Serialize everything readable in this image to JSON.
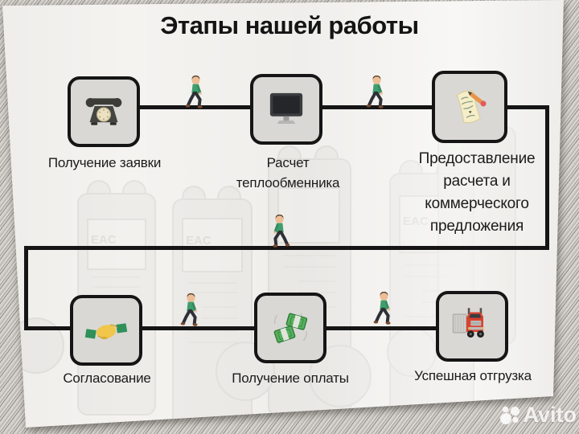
{
  "title": "Этапы нашей работы",
  "steps": [
    {
      "label": "Получение заявки",
      "icon": "rotary-phone-icon"
    },
    {
      "label": "Расчет теплообменника",
      "icon": "desktop-computer-icon"
    },
    {
      "label": "Предоставление расчета и коммерческого предложения",
      "icon": "memo-pencil-icon"
    },
    {
      "label": "Согласование",
      "icon": "handshake-icon"
    },
    {
      "label": "Получение оплаты",
      "icon": "money-banknotes-icon"
    },
    {
      "label": "Успешная отгрузка",
      "icon": "red-truck-icon"
    }
  ],
  "walkers": {
    "count": 5,
    "icon": "walking-person-icon"
  },
  "background": {
    "ghost_label": "EAC"
  },
  "watermark": {
    "label": "Avito",
    "logo": "avito-logo"
  },
  "colors": {
    "card_bg": "#f4f3f0",
    "box_fill": "#d9d8d5",
    "line": "#151515",
    "text": "#1b1b1b",
    "shirt_green": "#3f9e6e",
    "truck_red": "#d8422f",
    "money_green": "#57b15e",
    "hand_yellow": "#f0c64b"
  }
}
